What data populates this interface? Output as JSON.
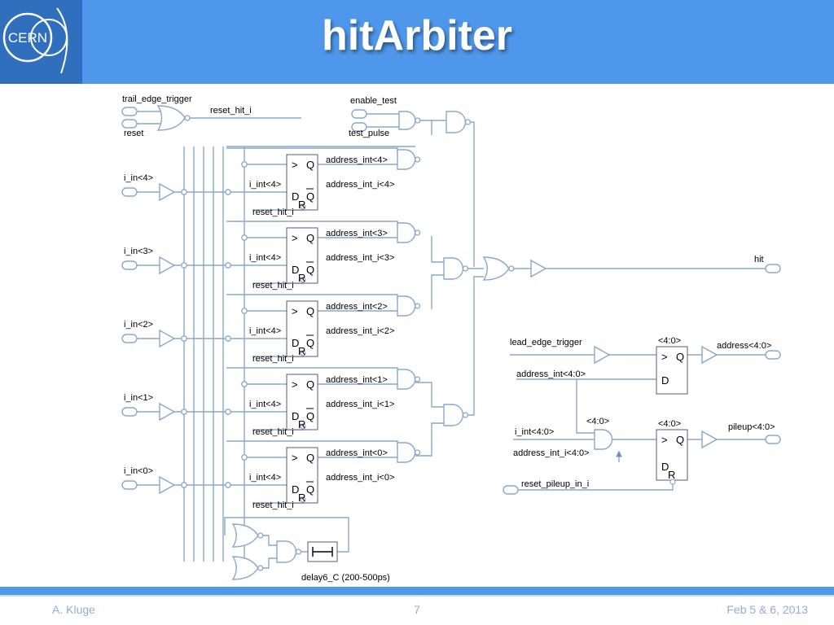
{
  "title": "hitArbiter",
  "logo_text": "CERN",
  "footer": {
    "author": "A. Kluge",
    "page": "7",
    "date": "Feb 5 & 6, 2013"
  },
  "colors": {
    "header": "#4f97ea",
    "logo_bg": "#2f6fbd",
    "wire": "#8aa8cc",
    "ff_border": "#5a5a7a"
  },
  "labels": {
    "trail_edge_trigger": "trail_edge_trigger",
    "reset": "reset",
    "reset_hit_i_top": "reset_hit_i",
    "enable_test": "enable_test",
    "test_pulse": "test_pulse",
    "hit": "hit",
    "lead_edge_trigger": "lead_edge_trigger",
    "address_int_bus": "address_int<4:0>",
    "bus_4_0_a": "<4:0>",
    "bus_4_0_b": "<4:0>",
    "bus_4_0_c": "<4:0>",
    "address_out": "address<4:0>",
    "i_int_bus": "i_int<4:0>",
    "address_int_i_bus": "address_int_i<4:0>",
    "pileup": "pileup<4:0>",
    "reset_pileup": "reset_pileup_in_i",
    "delay": "delay6_C (200-500ps)"
  },
  "flipflop_pins": {
    "clk": ">",
    "q": "Q",
    "d": "D",
    "qbar": "Q",
    "r": "R"
  },
  "channels": [
    {
      "input": "i_in<4>",
      "i_int": "i_int<4>",
      "address_int": "address_int<4>",
      "address_int_i": "address_int_i<4>",
      "reset": "reset_hit_i"
    },
    {
      "input": "i_in<3>",
      "i_int": "i_int<4>",
      "address_int": "address_int<3>",
      "address_int_i": "address_int_i<3>",
      "reset": "reset_hit_i"
    },
    {
      "input": "i_in<2>",
      "i_int": "i_int<4>",
      "address_int": "address_int<2>",
      "address_int_i": "address_int_i<2>",
      "reset": "reset_hit_i"
    },
    {
      "input": "i_in<1>",
      "i_int": "i_int<4>",
      "address_int": "address_int<1>",
      "address_int_i": "address_int_i<1>",
      "reset": "reset_hit_i"
    },
    {
      "input": "i_in<0>",
      "i_int": "i_int<4>",
      "address_int": "address_int<0>",
      "address_int_i": "address_int_i<0>",
      "reset": "reset_hit_i"
    }
  ]
}
